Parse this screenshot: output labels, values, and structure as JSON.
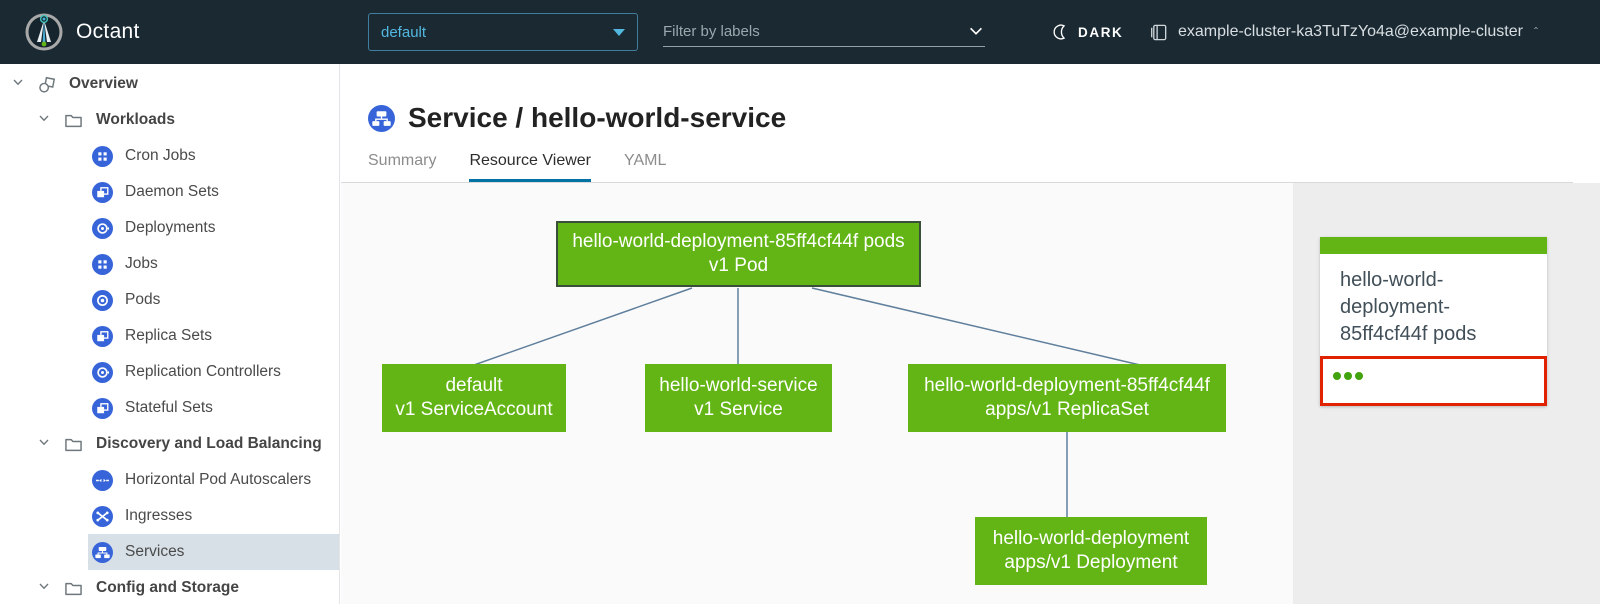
{
  "header": {
    "app_name": "Octant",
    "namespace_dropdown": {
      "value": "default"
    },
    "filter_input": {
      "placeholder": "Filter by labels"
    },
    "theme_toggle_label": "DARK",
    "context_label": "example-cluster-ka3TuTzYo4a@example-cluster"
  },
  "sidebar": {
    "items": [
      {
        "label": "Overview",
        "level": 0,
        "icon": "overview",
        "expanded": true,
        "selected": false
      },
      {
        "label": "Workloads",
        "level": 1,
        "icon": "folder",
        "expanded": true,
        "selected": false
      },
      {
        "label": "Cron Jobs",
        "level": 2,
        "icon": "cron-jobs",
        "selected": false
      },
      {
        "label": "Daemon Sets",
        "level": 2,
        "icon": "daemon-sets",
        "selected": false
      },
      {
        "label": "Deployments",
        "level": 2,
        "icon": "deployments",
        "selected": false
      },
      {
        "label": "Jobs",
        "level": 2,
        "icon": "jobs",
        "selected": false
      },
      {
        "label": "Pods",
        "level": 2,
        "icon": "pods",
        "selected": false
      },
      {
        "label": "Replica Sets",
        "level": 2,
        "icon": "replica-sets",
        "selected": false
      },
      {
        "label": "Replication Controllers",
        "level": 2,
        "icon": "replication-controllers",
        "selected": false
      },
      {
        "label": "Stateful Sets",
        "level": 2,
        "icon": "stateful-sets",
        "selected": false
      },
      {
        "label": "Discovery and Load Balancing",
        "level": 1,
        "icon": "folder",
        "expanded": true,
        "selected": false
      },
      {
        "label": "Horizontal Pod Autoscalers",
        "level": 2,
        "icon": "horizontal-pod-autoscalers",
        "selected": false
      },
      {
        "label": "Ingresses",
        "level": 2,
        "icon": "ingresses",
        "selected": false
      },
      {
        "label": "Services",
        "level": 2,
        "icon": "services",
        "selected": true
      },
      {
        "label": "Config and Storage",
        "level": 1,
        "icon": "folder",
        "expanded": true,
        "selected": false
      }
    ]
  },
  "main": {
    "title": "Service / hello-world-service",
    "tabs": [
      {
        "label": "Summary",
        "active": false
      },
      {
        "label": "Resource Viewer",
        "active": true
      },
      {
        "label": "YAML",
        "active": false
      }
    ],
    "graph_nodes": [
      {
        "id": "pod",
        "name": "hello-world-deployment-85ff4cf44f pods",
        "kind": "v1 Pod",
        "selected": true
      },
      {
        "id": "serviceaccount",
        "name": "default",
        "kind": "v1 ServiceAccount",
        "selected": false
      },
      {
        "id": "service",
        "name": "hello-world-service",
        "kind": "v1 Service",
        "selected": false
      },
      {
        "id": "replicaset",
        "name": "hello-world-deployment-85ff4cf44f",
        "kind": "apps/v1 ReplicaSet",
        "selected": false
      },
      {
        "id": "deployment",
        "name": "hello-world-deployment",
        "kind": "apps/v1 Deployment",
        "selected": false
      }
    ],
    "detail_card": {
      "title": "hello-world-deployment-85ff4cf44f pods",
      "pod_count": 3
    }
  },
  "colors": {
    "header_bg": "#1b2a32",
    "accent_blue": "#49afd9",
    "node_green": "#62b515",
    "selection_red": "#e12200",
    "edge_blue": "#5f7f9c",
    "tab_active_underline": "#0072a3",
    "sidebar_selected_bg": "#d7e0e7",
    "k8s_icon_blue": "#3765d9",
    "status_dot_green": "#41a30e"
  }
}
